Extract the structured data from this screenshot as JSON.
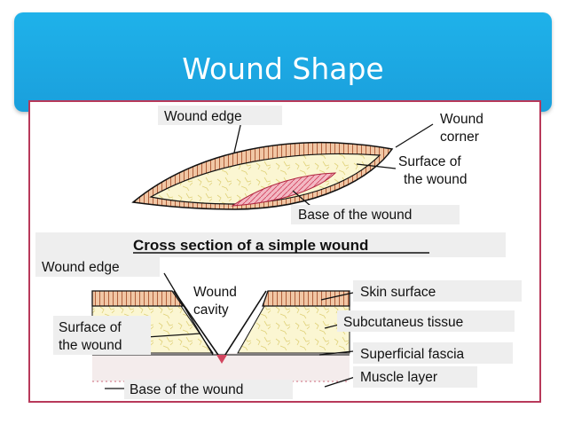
{
  "slide": {
    "title": "Wound Shape",
    "colors": {
      "header": "#1da8e5",
      "frame_border": "#b8395a",
      "wound_edge": "#f1c7a5",
      "base": "#e37b92",
      "tissue": "#fbf6d2"
    }
  },
  "diagram": {
    "top_labels": {
      "wound_edge": "Wound edge",
      "wound_corner_1": "Wound",
      "wound_corner_2": "corner",
      "surface_1": "Surface of",
      "surface_2": "the wound",
      "base": "Base of the wound"
    },
    "section_heading": "Cross section of a simple wound",
    "bottom_labels": {
      "wound_edge": "Wound edge",
      "cavity_1": "Wound",
      "cavity_2": "cavity",
      "surface_1": "Surface of",
      "surface_2": "the wound",
      "skin_surface": "Skin surface",
      "subcutaneous": "Subcutaneus tissue",
      "superficial_fascia": "Superficial fascia",
      "muscle_layer": "Muscle layer",
      "base": "Base of the wound"
    }
  }
}
